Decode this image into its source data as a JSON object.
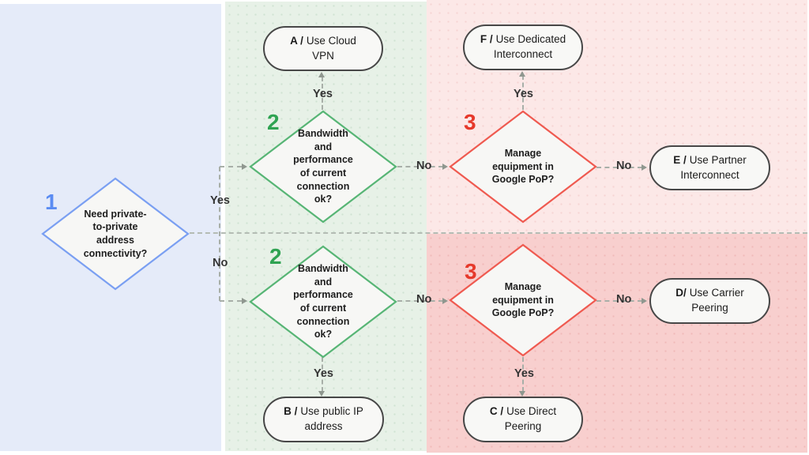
{
  "diagram": {
    "decisions": [
      {
        "step": "1",
        "question": "Need private-\nto-private\naddress\nconnectivity?"
      },
      {
        "step": "2",
        "question": "Bandwidth\nand\nperformance\nof current\nconnection\nok?"
      },
      {
        "step": "2",
        "question": "Bandwidth\nand\nperformance\nof current\nconnection\nok?"
      },
      {
        "step": "3",
        "question": "Manage\nequipment in\nGoogle PoP?"
      },
      {
        "step": "3",
        "question": "Manage\nequipment in\nGoogle PoP?"
      }
    ],
    "outcomes": [
      {
        "prefix": "A /",
        "label": "Use Cloud\nVPN"
      },
      {
        "prefix": "F /",
        "label": "Use Dedicated\nInterconnect"
      },
      {
        "prefix": "E /",
        "label": "Use Partner\nInterconnect"
      },
      {
        "prefix": "D/",
        "label": "Use Carrier\nPeering"
      },
      {
        "prefix": "B /",
        "label": "Use public IP\naddress"
      },
      {
        "prefix": "C /",
        "label": "Use Direct\nPeering"
      }
    ],
    "labels": {
      "yes": "Yes",
      "no": "No"
    },
    "colors": {
      "region_blue": "#e5ebf9",
      "region_green": "#e7f1e7",
      "region_pink_light": "#fce8e7",
      "region_pink_dark": "#f8cfce",
      "step1_blue": "#5b8cf2",
      "step2_green": "#2fa352",
      "step3_red": "#e6392b",
      "diamond_blue_stroke": "#7a9ff2",
      "diamond_green_stroke": "#57b575",
      "diamond_red_stroke": "#ef5a50",
      "node_fill": "#f7f7f5",
      "node_border": "#474747",
      "connector_grey": "#a8afa8"
    }
  }
}
